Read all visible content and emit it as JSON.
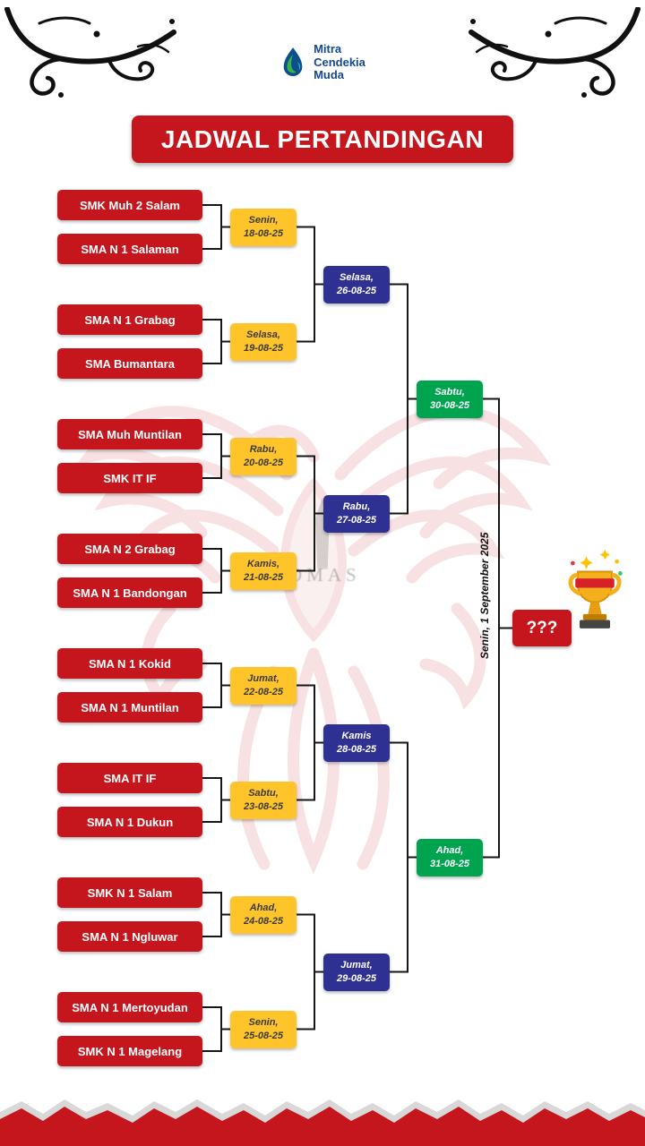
{
  "logo": {
    "name_lines": [
      "Mitra",
      "Cendekia",
      "Muda"
    ]
  },
  "title": "JADWAL PERTANDINGAN",
  "watermark": {
    "text": "OMAS"
  },
  "colors": {
    "red": "#C4161C",
    "yellow": "#FFC42A",
    "blue": "#2E3192",
    "green": "#00A44F"
  },
  "bracket": {
    "round1": [
      {
        "team_a": "SMK Muh 2 Salam",
        "team_b": "SMA N 1 Salaman",
        "day": "Senin,",
        "date": "18-08-25"
      },
      {
        "team_a": "SMA N 1 Grabag",
        "team_b": "SMA Bumantara",
        "day": "Selasa,",
        "date": "19-08-25"
      },
      {
        "team_a": "SMA Muh Muntilan",
        "team_b": "SMK IT IF",
        "day": "Rabu,",
        "date": "20-08-25"
      },
      {
        "team_a": "SMA N 2 Grabag",
        "team_b": "SMA N 1 Bandongan",
        "day": "Kamis,",
        "date": "21-08-25"
      },
      {
        "team_a": "SMA N 1 Kokid",
        "team_b": "SMA N 1 Muntilan",
        "day": "Jumat,",
        "date": "22-08-25"
      },
      {
        "team_a": "SMA IT IF",
        "team_b": "SMA N 1 Dukun",
        "day": "Sabtu,",
        "date": "23-08-25"
      },
      {
        "team_a": "SMK N 1 Salam",
        "team_b": "SMA N 1 Ngluwar",
        "day": "Ahad,",
        "date": "24-08-25"
      },
      {
        "team_a": "SMA N 1 Mertoyudan",
        "team_b": "SMK N 1 Magelang",
        "day": "Senin,",
        "date": "25-08-25"
      }
    ],
    "round2": [
      {
        "day": "Selasa,",
        "date": "26-08-25"
      },
      {
        "day": "Rabu,",
        "date": "27-08-25"
      },
      {
        "day": "Kamis",
        "date": "28-08-25"
      },
      {
        "day": "Jumat,",
        "date": "29-08-25"
      }
    ],
    "semifinal": [
      {
        "day": "Sabtu,",
        "date": "30-08-25"
      },
      {
        "day": "Ahad,",
        "date": "31-08-25"
      }
    ],
    "final": {
      "date_label": "Senin, 1 September 2025",
      "winner_placeholder": "???"
    }
  }
}
